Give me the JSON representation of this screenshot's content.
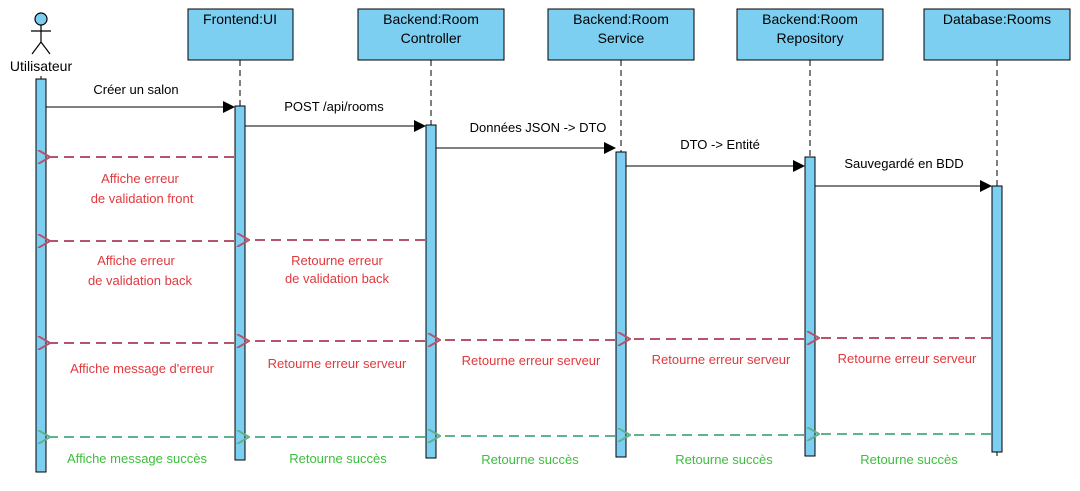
{
  "colors": {
    "box_fill": "#7DCFF2",
    "activation_fill": "#7DCFF2",
    "call_arrow": "#000000",
    "error_arrow": "#B5546B",
    "success_arrow": "#5FB38A",
    "error_text": "#E0393E",
    "success_text": "#3DBE3D",
    "call_text": "#000000"
  },
  "actor": {
    "label": "Utilisateur",
    "icon": "stick-figure-icon"
  },
  "participants": [
    {
      "line1": "Frontend:UI",
      "line2": ""
    },
    {
      "line1": "Backend:Room",
      "line2": "Controller"
    },
    {
      "line1": "Backend:Room",
      "line2": "Service"
    },
    {
      "line1": "Backend:Room",
      "line2": "Repository"
    },
    {
      "line1": "Database:Rooms",
      "line2": ""
    }
  ],
  "calls": [
    {
      "label": "Créer un salon"
    },
    {
      "label": "POST /api/rooms"
    },
    {
      "label": "Données JSON -> DTO"
    },
    {
      "label": "DTO -> Entité"
    },
    {
      "label": "Sauvegardé en BDD"
    }
  ],
  "errors": {
    "front_validation": {
      "line1": "Affiche erreur",
      "line2": "de validation front"
    },
    "back_validation_user": {
      "line1": "Affiche erreur",
      "line2": "de validation back"
    },
    "back_validation_ctrl": {
      "line1": "Retourne erreur",
      "line2": "de validation back"
    },
    "server_user": "Affiche message d'erreur",
    "server_front": "Retourne erreur serveur",
    "server_ctrl": "Retourne erreur serveur",
    "server_service": "Retourne erreur serveur",
    "server_repo": "Retourne erreur serveur"
  },
  "success": {
    "user": "Affiche message succès",
    "front": "Retourne succès",
    "ctrl": "Retourne succès",
    "service": "Retourne succès",
    "repo": "Retourne succès"
  }
}
